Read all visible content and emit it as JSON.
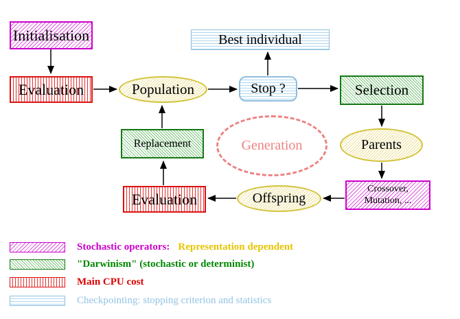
{
  "nodes": {
    "initialisation": "Initialisation",
    "evaluation_top": "Evaluation",
    "best_individual": "Best individual",
    "population": "Population",
    "stop": "Stop ?",
    "selection": "Selection",
    "parents": "Parents",
    "replacement": "Replacement",
    "generation": "Generation",
    "crossover_line1": "Crossover,",
    "crossover_line2": "Mutation, ...",
    "offspring": "Offspring",
    "evaluation_bottom": "Evaluation"
  },
  "legend": {
    "stochastic": {
      "label": "Stochastic operators:",
      "label2": "Representation dependent"
    },
    "darwinism": {
      "label": "\"Darwinism\" (stochastic or determinist)"
    },
    "cpu": {
      "label": "Main CPU cost"
    },
    "checkpointing": {
      "label": "Checkpointing: stopping criterion and statistics"
    }
  },
  "colors": {
    "magenta": "#cc00cc",
    "red": "#dd1111",
    "green": "#157815",
    "cyan_border": "#8cbede",
    "cyan_fill": "#aed4ec",
    "yellow_border": "#d2c33a",
    "yellow_fill": "#ede098",
    "salmon": "#ee8282",
    "legend_yellow_text": "#e6c400",
    "legend_green_text": "#008800",
    "legend_red_text": "#dd0000",
    "legend_lightblue_text": "#92c4e4",
    "arrow": "#000000"
  }
}
